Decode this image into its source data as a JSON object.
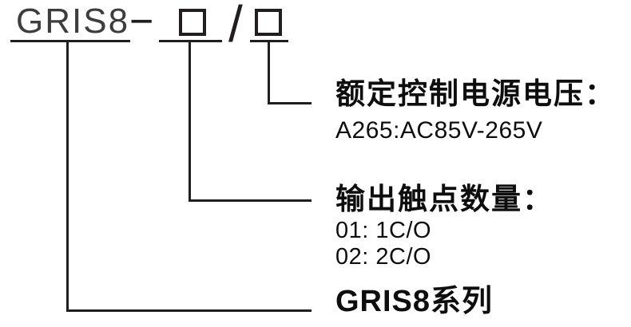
{
  "diagram": {
    "model_code": {
      "series": "GRIS8",
      "dash": "−",
      "slash": "/"
    },
    "legend": {
      "voltage": {
        "title": "额定控制电源电压：",
        "details": [
          "A265:AC85V-265V"
        ]
      },
      "contacts": {
        "title": "输出触点数量：",
        "details": [
          "01: 1C/O",
          "02: 2C/O"
        ]
      },
      "series": {
        "title": "GRIS8系列"
      }
    },
    "colors": {
      "line": "#221e1f",
      "text": "#0e0e0e",
      "series_code_text": "#3d3d3d"
    }
  }
}
